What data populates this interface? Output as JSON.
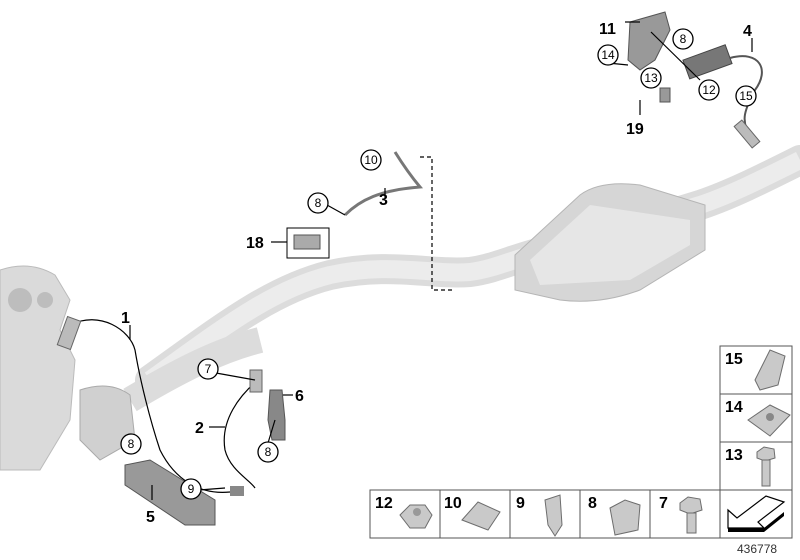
{
  "diagram": {
    "callouts": {
      "c1": "1",
      "c2": "2",
      "c3": "3",
      "c4": "4",
      "c5": "5",
      "c6": "6",
      "c11": "11",
      "c18": "18",
      "c19": "19"
    },
    "circled": {
      "c10": "10",
      "c8a": "8",
      "c7": "7",
      "c8b": "8",
      "c8c": "8",
      "c9": "9",
      "c14": "14",
      "c8d": "8",
      "c13": "13",
      "c12": "12",
      "c15": "15"
    },
    "parts_grid": {
      "bottom": [
        "12",
        "10",
        "9",
        "8",
        "7"
      ],
      "right": [
        "15",
        "14",
        "13"
      ]
    },
    "catalog_number": "436778"
  }
}
